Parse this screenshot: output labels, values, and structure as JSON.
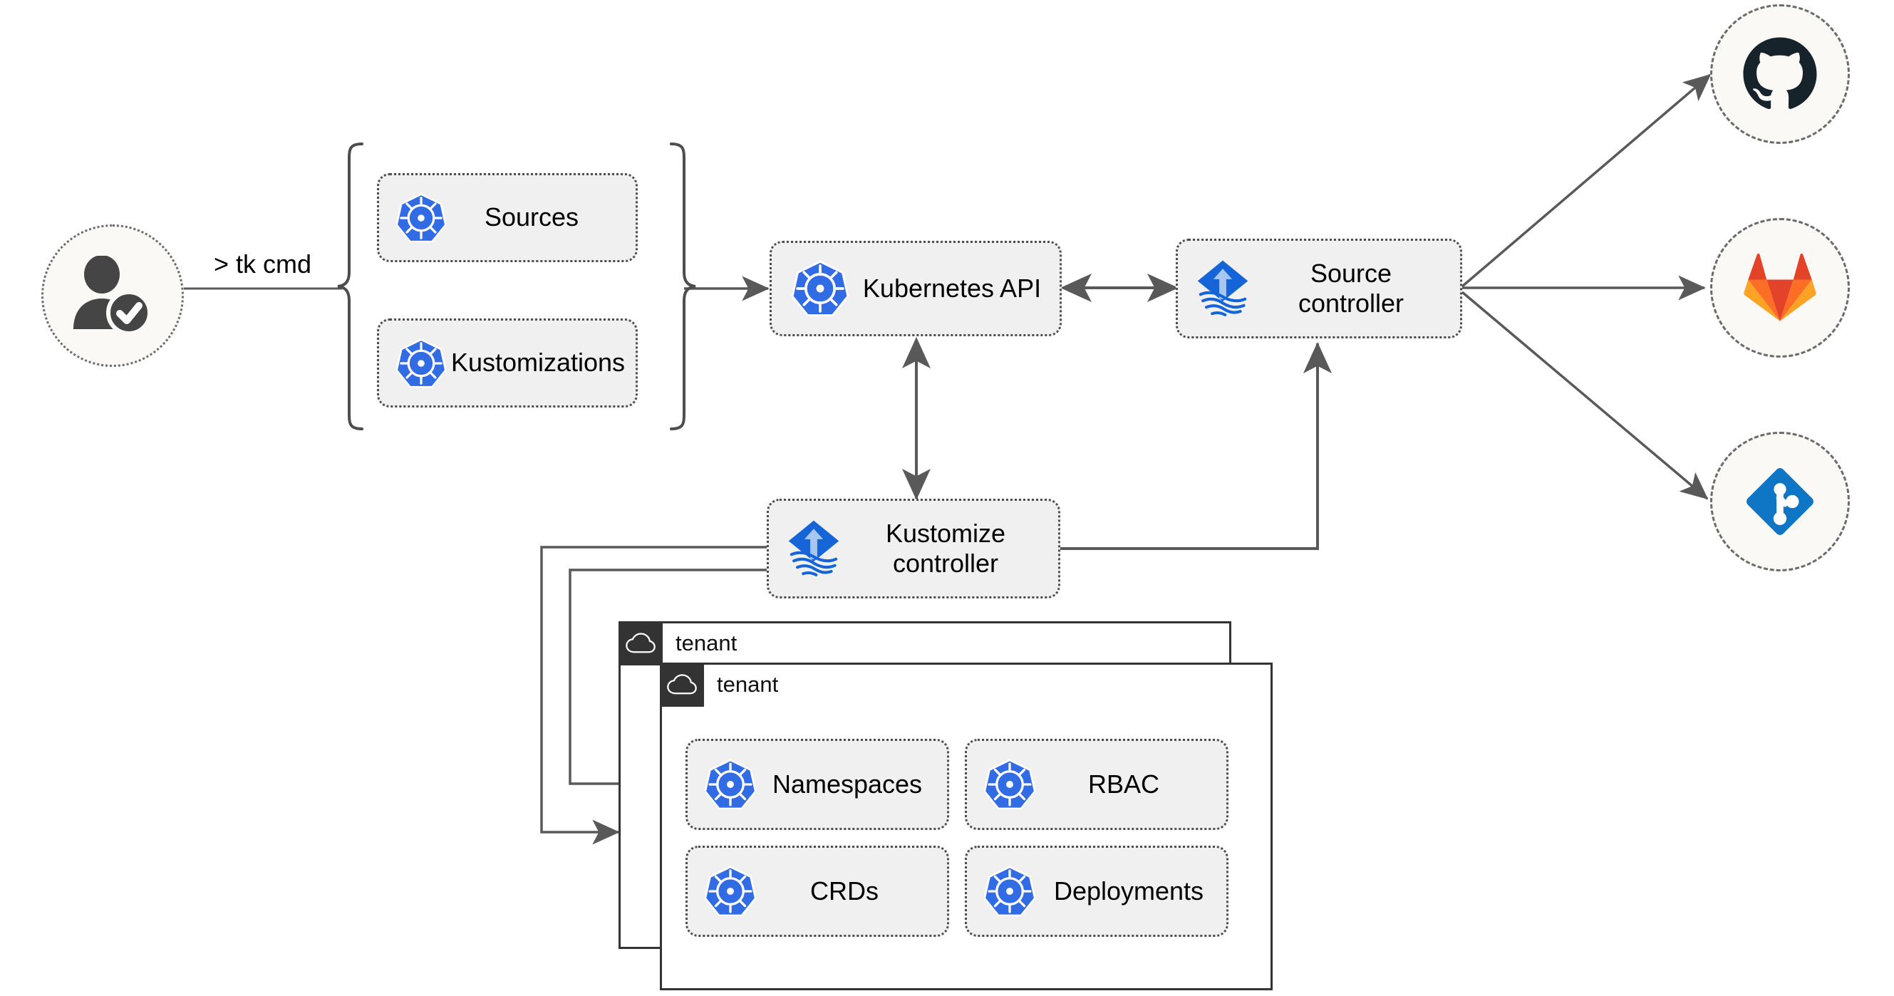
{
  "diagram": {
    "title": "Flux multi-tenancy GitOps architecture",
    "background": "#ffffff",
    "accent_blue": "#326ce5",
    "flux_blue": "#1565D8",
    "github_dark": "#16232B",
    "gitlab_red": "#E24329",
    "gitlab_orange": "#FC6D26",
    "gitlab_light_orange": "#FCA326",
    "git_blue": "#0E76C4",
    "box_fill": "#f0f0f0",
    "box_border": "#4d4d4d",
    "circle_fill": "#faf9f6",
    "connector": "#595959"
  },
  "actor": {
    "name": "user-verified",
    "icon": "user-check-icon"
  },
  "command": {
    "label": "> tk cmd"
  },
  "resources_group": {
    "brace_left": "{",
    "brace_right": "}",
    "items": [
      {
        "label": "Sources",
        "icon": "kubernetes-icon"
      },
      {
        "label": "Kustomizations",
        "icon": "kubernetes-icon"
      }
    ]
  },
  "cluster": {
    "api": {
      "label": "Kubernetes API",
      "icon": "kubernetes-icon"
    },
    "source_controller": {
      "label_line1": "Source",
      "label_line2": "controller",
      "icon": "flux-icon"
    },
    "kustomize_controller": {
      "label_line1": "Kustomize",
      "label_line2": "controller",
      "icon": "flux-icon"
    }
  },
  "git_providers": [
    {
      "name": "github",
      "icon": "github-icon"
    },
    {
      "name": "gitlab",
      "icon": "gitlab-icon"
    },
    {
      "name": "git",
      "icon": "git-icon"
    }
  ],
  "tenants": [
    {
      "title": "tenant",
      "icon": "cloud-icon",
      "resources": []
    },
    {
      "title": "tenant",
      "icon": "cloud-icon",
      "resources": [
        {
          "label": "Namespaces",
          "icon": "kubernetes-icon"
        },
        {
          "label": "RBAC",
          "icon": "kubernetes-icon"
        },
        {
          "label": "CRDs",
          "icon": "kubernetes-icon"
        },
        {
          "label": "Deployments",
          "icon": "kubernetes-icon"
        }
      ]
    }
  ],
  "connections": [
    {
      "from": "user-verified",
      "to": "resources-group",
      "label": "> tk cmd",
      "arrow": "none"
    },
    {
      "from": "resources-group",
      "to": "kubernetes-api",
      "label": "",
      "arrow": "single"
    },
    {
      "from": "kubernetes-api",
      "to": "source-controller",
      "label": "",
      "arrow": "double"
    },
    {
      "from": "kubernetes-api",
      "to": "kustomize-controller",
      "label": "",
      "arrow": "double"
    },
    {
      "from": "source-controller",
      "to": "github",
      "label": "",
      "arrow": "single"
    },
    {
      "from": "source-controller",
      "to": "gitlab",
      "label": "",
      "arrow": "single"
    },
    {
      "from": "source-controller",
      "to": "git",
      "label": "",
      "arrow": "single"
    },
    {
      "from": "kustomize-controller",
      "to": "source-controller",
      "label": "",
      "arrow": "single"
    },
    {
      "from": "kustomize-controller",
      "to": "tenant-1",
      "label": "",
      "arrow": "single"
    },
    {
      "from": "kustomize-controller",
      "to": "tenant-2",
      "label": "",
      "arrow": "single"
    }
  ]
}
